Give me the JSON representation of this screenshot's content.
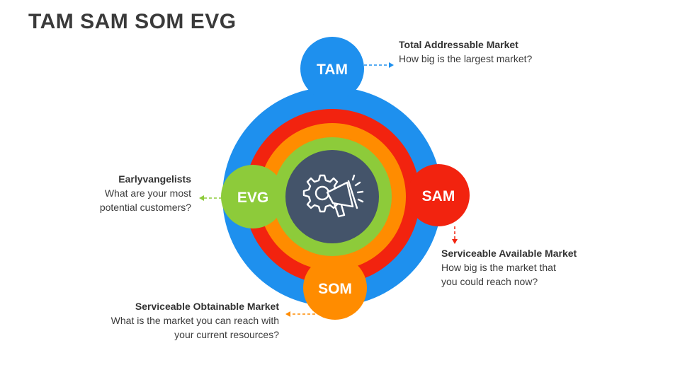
{
  "title": "TAM SAM SOM EVG",
  "colors": {
    "tam": "#1E90EE",
    "sam": "#F2230F",
    "som": "#FF8C00",
    "evg": "#8DCB3A",
    "center": "#44546A"
  },
  "icon": "gear-megaphone-icon",
  "nodes": {
    "tam": {
      "label": "TAM",
      "heading": "Total Addressable Market",
      "description": "How big is the largest market?"
    },
    "sam": {
      "label": "SAM",
      "heading": "Serviceable Available Market",
      "description": "How big is the market that\nyou could reach now?"
    },
    "som": {
      "label": "SOM",
      "heading": "Serviceable Obtainable Market",
      "description": "What is the market you can reach with\nyour current resources?"
    },
    "evg": {
      "label": "EVG",
      "heading": "Earlyvangelists",
      "description": "What are your most\npotential customers?"
    }
  }
}
